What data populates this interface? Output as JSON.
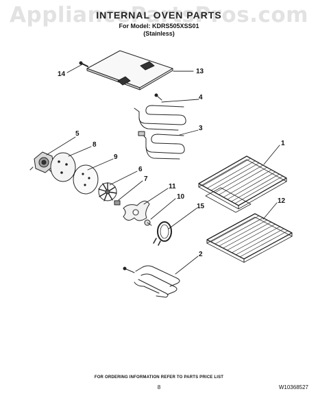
{
  "watermark": "AppliancePartsPros.com",
  "header": {
    "title": "INTERNAL OVEN PARTS",
    "model_line": "For Model: KDRS505XSS01",
    "variant_line": "(Stainless)"
  },
  "callouts": [
    "14",
    "13",
    "4",
    "3",
    "1",
    "5",
    "8",
    "9",
    "6",
    "7",
    "11",
    "10",
    "15",
    "12",
    "2"
  ],
  "footer": {
    "ordering_note": "FOR ORDERING INFORMATION REFER TO PARTS PRICE LIST",
    "page_number": "8",
    "document_number": "W10368527"
  }
}
